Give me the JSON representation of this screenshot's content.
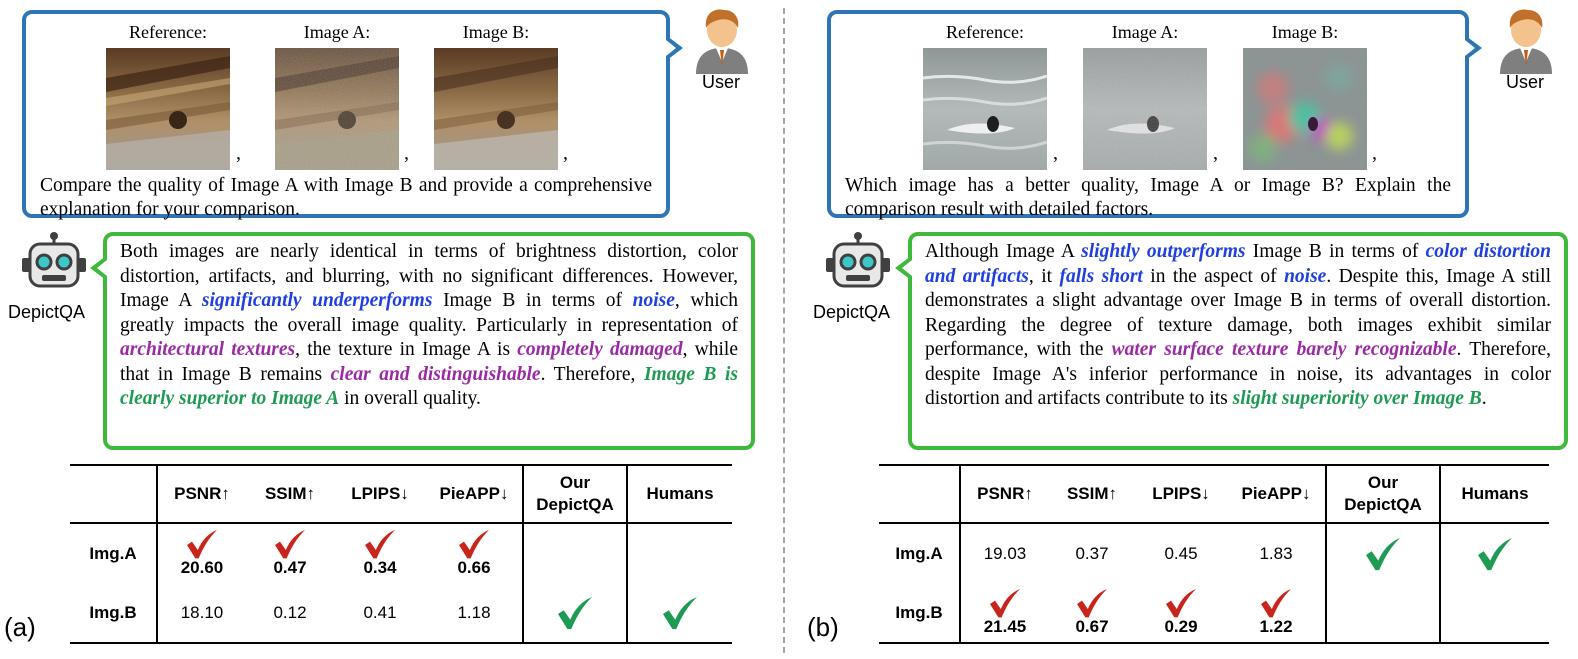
{
  "colors": {
    "user_border": "#2e75b6",
    "answer_border": "#3fb93c",
    "check_red": "#c8261c",
    "check_green": "#1f9a55",
    "hl_blue": "#1f3fe0",
    "hl_purple": "#9a2aa4",
    "hl_green": "#1f9a55"
  },
  "panel_a": {
    "label": "(a)",
    "user_name": "User",
    "robot_name": "DepictQA",
    "images": {
      "reference": "Reference:",
      "a": "Image A:",
      "b": "Image B:"
    },
    "comma": ",",
    "question": "Compare the quality of Image A with Image B and provide a comprehensive explanation for your comparison.",
    "answer": [
      {
        "t": "Both images are nearly identical in terms of brightness distortion, color distortion, artifacts, and blurring, with no significant differences. However, Image A "
      },
      {
        "t": "significantly underperforms",
        "c": "blue"
      },
      {
        "t": " Image B in terms of "
      },
      {
        "t": "noise",
        "c": "blue"
      },
      {
        "t": ", which greatly impacts the overall image quality. Particularly in representation of "
      },
      {
        "t": "architectural textures",
        "c": "purple"
      },
      {
        "t": ", the texture in Image A is "
      },
      {
        "t": "completely damaged",
        "c": "purple"
      },
      {
        "t": ", while that in Image B remains "
      },
      {
        "t": "clear and distinguishable",
        "c": "purple"
      },
      {
        "t": ". Therefore, "
      },
      {
        "t": "Image B is clearly superior to Image A",
        "c": "green"
      },
      {
        "t": " in overall quality."
      }
    ],
    "table": {
      "headers": [
        "PSNR↑",
        "SSIM↑",
        "LPIPS↓",
        "PieAPP↓",
        "Our DepictQA",
        "Humans"
      ],
      "rows": [
        {
          "name": "Img.A",
          "values": [
            "20.60",
            "0.47",
            "0.34",
            "0.66",
            "",
            ""
          ],
          "red_checks": [
            true,
            true,
            true,
            true
          ],
          "green_checks": [
            false,
            false
          ],
          "bold": true
        },
        {
          "name": "Img.B",
          "values": [
            "18.10",
            "0.12",
            "0.41",
            "1.18",
            "",
            ""
          ],
          "red_checks": [
            false,
            false,
            false,
            false
          ],
          "green_checks": [
            true,
            true
          ],
          "bold": false
        }
      ]
    }
  },
  "panel_b": {
    "label": "(b)",
    "user_name": "User",
    "robot_name": "DepictQA",
    "images": {
      "reference": "Reference:",
      "a": "Image A:",
      "b": "Image B:"
    },
    "comma": ",",
    "question": "Which image has a better quality, Image A or Image B? Explain the comparison result with detailed factors.",
    "answer": [
      {
        "t": "Although Image A "
      },
      {
        "t": "slightly outperforms",
        "c": "blue"
      },
      {
        "t": " Image B in terms of "
      },
      {
        "t": "color distortion and artifacts",
        "c": "blue"
      },
      {
        "t": ", it "
      },
      {
        "t": "falls short",
        "c": "blue"
      },
      {
        "t": " in the aspect of "
      },
      {
        "t": "noise",
        "c": "blue"
      },
      {
        "t": ". Despite this, Image A still demonstrates a slight advantage over Image B in terms of overall distortion. Regarding the degree of texture damage, both images exhibit similar performance, with the "
      },
      {
        "t": "water surface texture barely recognizable",
        "c": "purple"
      },
      {
        "t": ". Therefore, despite Image A's inferior performance in noise, its advantages in color distortion and artifacts contribute to its "
      },
      {
        "t": "slight superiority over Image B",
        "c": "green"
      },
      {
        "t": "."
      }
    ],
    "table": {
      "headers": [
        "PSNR↑",
        "SSIM↑",
        "LPIPS↓",
        "PieAPP↓",
        "Our DepictQA",
        "Humans"
      ],
      "rows": [
        {
          "name": "Img.A",
          "values": [
            "19.03",
            "0.37",
            "0.45",
            "1.83",
            "",
            ""
          ],
          "red_checks": [
            false,
            false,
            false,
            false
          ],
          "green_checks": [
            true,
            true
          ],
          "bold": false
        },
        {
          "name": "Img.B",
          "values": [
            "21.45",
            "0.67",
            "0.29",
            "1.22",
            "",
            ""
          ],
          "red_checks": [
            true,
            true,
            true,
            true
          ],
          "green_checks": [
            false,
            false
          ],
          "bold": true
        }
      ]
    }
  }
}
